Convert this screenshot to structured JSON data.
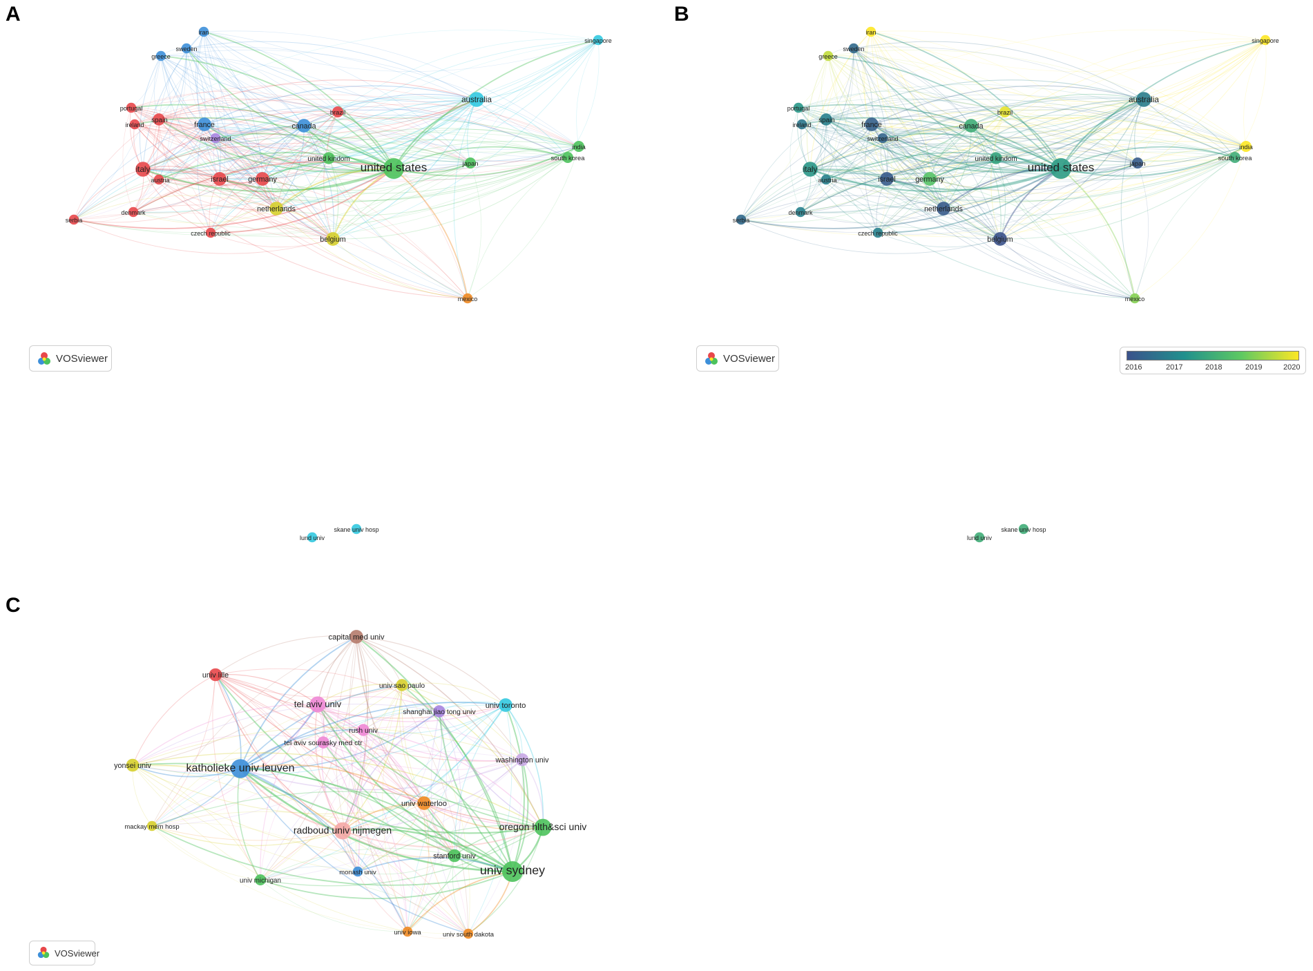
{
  "panels": {
    "a": {
      "label": "A",
      "logo": "vosviewer-logo-icon",
      "brand": "VOSviewer"
    },
    "b": {
      "label": "B",
      "logo": "vosviewer-logo-icon",
      "brand": "VOSviewer",
      "legend": {
        "ticks": [
          "2016",
          "2017",
          "2018",
          "2019",
          "2020"
        ],
        "gradient": [
          "#3b528b",
          "#21908d",
          "#5ec962",
          "#fde725"
        ]
      }
    },
    "c": {
      "label": "C",
      "logo": "vosviewer-logo-icon",
      "brand": "VOSviewer"
    }
  },
  "colors": {
    "cluster_red": "#e8474a",
    "cluster_green": "#4cc25c",
    "cluster_blue": "#3d8fd9",
    "cluster_yellow": "#d6cf2c",
    "cluster_purple": "#a784e0",
    "cluster_cyan": "#33c9e0",
    "cluster_orange": "#f08a22",
    "cluster_brown": "#b57b6c",
    "cluster_pink": "#ee87d5",
    "cluster_salmon": "#f5a8a6",
    "cluster_lilac": "#c9a9e6"
  },
  "country_network": {
    "nodes": [
      {
        "id": "iran",
        "label": "iran",
        "cluster": "blue",
        "year": 2020,
        "weight": 1
      },
      {
        "id": "sweden",
        "label": "sweden",
        "cluster": "blue",
        "year": 2016.5,
        "weight": 1
      },
      {
        "id": "greece",
        "label": "greece",
        "cluster": "blue",
        "year": 2019.5,
        "weight": 1
      },
      {
        "id": "singapore",
        "label": "singapore",
        "cluster": "cyan",
        "year": 2020,
        "weight": 1
      },
      {
        "id": "portugal",
        "label": "portugal",
        "cluster": "red",
        "year": 2017.5,
        "weight": 1
      },
      {
        "id": "spain",
        "label": "spain",
        "cluster": "red",
        "year": 2017,
        "weight": 2
      },
      {
        "id": "ireland",
        "label": "ireland",
        "cluster": "red",
        "year": 2016.8,
        "weight": 1
      },
      {
        "id": "france",
        "label": "france",
        "cluster": "blue",
        "year": 2016.3,
        "weight": 3
      },
      {
        "id": "switzerland",
        "label": "switzerland",
        "cluster": "purple",
        "year": 2016.4,
        "weight": 1
      },
      {
        "id": "canada",
        "label": "canada",
        "cluster": "blue",
        "year": 2018,
        "weight": 3
      },
      {
        "id": "brazil",
        "label": "brazil",
        "cluster": "red",
        "year": 2019.8,
        "weight": 1.5
      },
      {
        "id": "australia",
        "label": "australia",
        "cluster": "cyan",
        "year": 2016.9,
        "weight": 4
      },
      {
        "id": "india",
        "label": "india",
        "cluster": "green",
        "year": 2020,
        "weight": 1.5
      },
      {
        "id": "south_korea",
        "label": "south korea",
        "cluster": "green",
        "year": 2018,
        "weight": 1.5
      },
      {
        "id": "japan",
        "label": "japan",
        "cluster": "green",
        "year": 2016.2,
        "weight": 1.5
      },
      {
        "id": "italy",
        "label": "italy",
        "cluster": "red",
        "year": 2017.5,
        "weight": 4
      },
      {
        "id": "austria",
        "label": "austria",
        "cluster": "red",
        "year": 2017,
        "weight": 1
      },
      {
        "id": "israel",
        "label": "israel",
        "cluster": "red",
        "year": 2016.2,
        "weight": 3
      },
      {
        "id": "germany",
        "label": "germany",
        "cluster": "red",
        "year": 2018.5,
        "weight": 3
      },
      {
        "id": "united_kindom",
        "label": "united kindom",
        "cluster": "green",
        "year": 2017.8,
        "weight": 2
      },
      {
        "id": "united_states",
        "label": "united states",
        "cluster": "green",
        "year": 2017.6,
        "weight": 10
      },
      {
        "id": "netherlands",
        "label": "netherlands",
        "cluster": "yellow",
        "year": 2016.2,
        "weight": 3
      },
      {
        "id": "serbia",
        "label": "serbia",
        "cluster": "red",
        "year": 2016.5,
        "weight": 1
      },
      {
        "id": "denmark",
        "label": "denmark",
        "cluster": "red",
        "year": 2017,
        "weight": 1
      },
      {
        "id": "czech_republic",
        "label": "czech republic",
        "cluster": "red",
        "year": 2017,
        "weight": 1
      },
      {
        "id": "belgium",
        "label": "belgium",
        "cluster": "yellow",
        "year": 2016,
        "weight": 3
      },
      {
        "id": "mexico",
        "label": "mexico",
        "cluster": "orange",
        "year": 2019,
        "weight": 1
      },
      {
        "id": "lund_univ",
        "label": "lund univ",
        "cluster": "cyan",
        "year": 2018,
        "weight": 1
      },
      {
        "id": "skane_univ_hosp",
        "label": "skane univ hosp",
        "cluster": "cyan",
        "year": 2018,
        "weight": 1
      }
    ]
  },
  "institution_network": {
    "nodes": [
      {
        "id": "capital_med_univ",
        "label": "capital med univ",
        "cluster": "brown",
        "weight": 3
      },
      {
        "id": "univ_lille",
        "label": "univ lille",
        "cluster": "red",
        "weight": 2.5
      },
      {
        "id": "univ_sao_paulo",
        "label": "univ sao paulo",
        "cluster": "yellow",
        "weight": 2
      },
      {
        "id": "tel_aviv_univ",
        "label": "tel aviv univ",
        "cluster": "pink",
        "weight": 5
      },
      {
        "id": "univ_toronto",
        "label": "univ toronto",
        "cluster": "cyan",
        "weight": 3
      },
      {
        "id": "shanghai_jiao_tong_univ",
        "label": "shanghai jiao tong univ",
        "cluster": "purple",
        "weight": 2
      },
      {
        "id": "rush_univ",
        "label": "rush univ",
        "cluster": "pink",
        "weight": 2
      },
      {
        "id": "tel_aviv_sourasky_med_ctr",
        "label": "tel aviv sourasky med ctr",
        "cluster": "pink",
        "weight": 2
      },
      {
        "id": "yonsei_univ",
        "label": "yonsei univ",
        "cluster": "yellow",
        "weight": 2.5
      },
      {
        "id": "katholieke_univ_leuven",
        "label": "katholieke univ leuven",
        "cluster": "blue",
        "weight": 8
      },
      {
        "id": "washington_univ",
        "label": "washington univ",
        "cluster": "lilac",
        "weight": 2.5
      },
      {
        "id": "univ_waterloo",
        "label": "univ waterloo",
        "cluster": "orange",
        "weight": 3
      },
      {
        "id": "oregon_hlth_sci_univ",
        "label": "oregon hlth&sci univ",
        "cluster": "green",
        "weight": 6
      },
      {
        "id": "mackay_mem_hosp",
        "label": "mackay mem hosp",
        "cluster": "yellow",
        "weight": 1
      },
      {
        "id": "radboud_univ_nijmegen",
        "label": "radboud univ nijmegen",
        "cluster": "salmon",
        "weight": 6
      },
      {
        "id": "stanford_univ",
        "label": "stanford univ",
        "cluster": "green",
        "weight": 2.5
      },
      {
        "id": "univ_sydney",
        "label": "univ sydney",
        "cluster": "green",
        "weight": 10
      },
      {
        "id": "monash_univ",
        "label": "monash univ",
        "cluster": "blue",
        "weight": 1
      },
      {
        "id": "univ_michigan",
        "label": "univ michigan",
        "cluster": "green",
        "weight": 1.5
      },
      {
        "id": "univ_iowa",
        "label": "univ iowa",
        "cluster": "orange",
        "weight": 1
      },
      {
        "id": "univ_south_dakota",
        "label": "univ south dakota",
        "cluster": "orange",
        "weight": 1
      }
    ]
  }
}
